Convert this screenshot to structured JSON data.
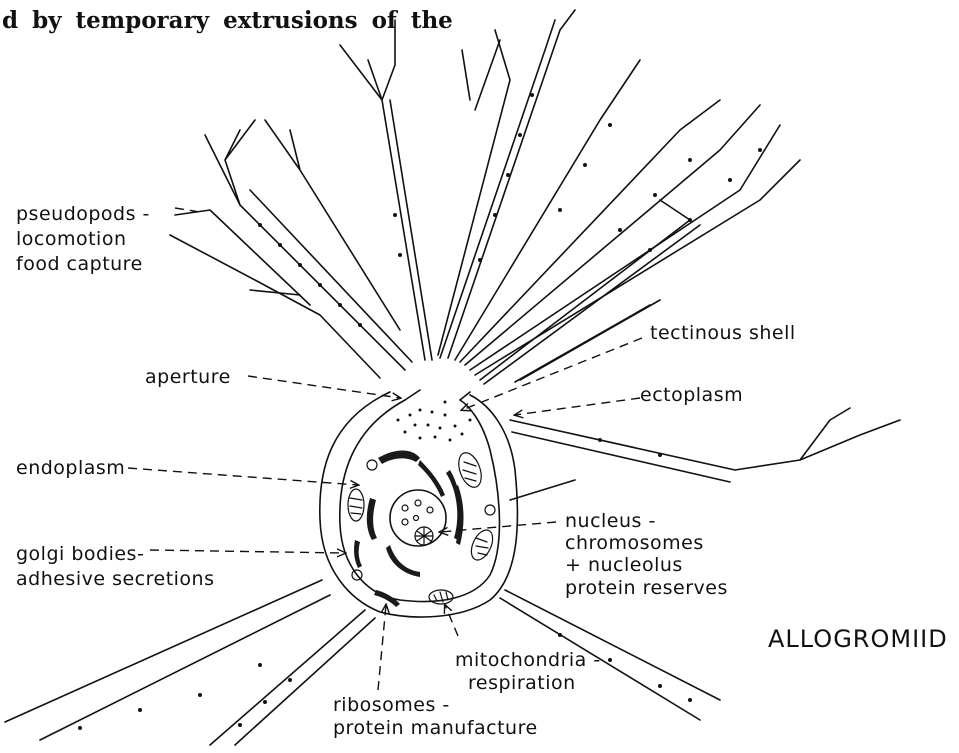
{
  "header_text": "d by temporary extrusions of the",
  "title": "ALLOGROMIID",
  "labels": {
    "pseudopods": [
      "pseudopods -",
      "locomotion",
      "food capture"
    ],
    "tectinous_shell": [
      "tectinous shell"
    ],
    "aperture": [
      "aperture"
    ],
    "ectoplasm": [
      "ectoplasm"
    ],
    "endoplasm": [
      "endoplasm"
    ],
    "golgi": [
      "golgi bodies-",
      "adhesive secretions"
    ],
    "nucleus": [
      "nucleus -",
      "chromosomes",
      "+ nucleolus",
      "protein reserves"
    ],
    "mitochondria": [
      "mitochondria -",
      "respiration"
    ],
    "ribosomes": [
      "ribosomes -",
      "protein manufacture"
    ]
  }
}
